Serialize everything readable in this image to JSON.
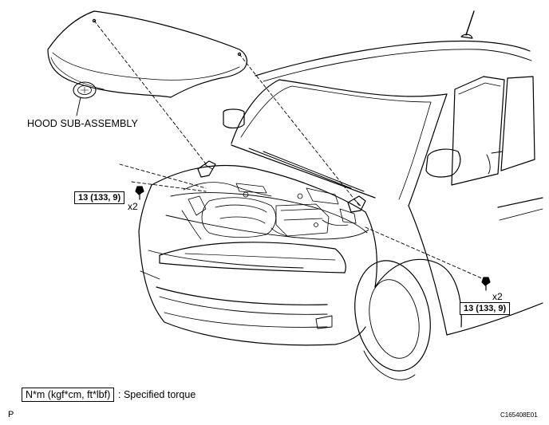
{
  "diagram": {
    "part_label": "HOOD SUB-ASSEMBLY",
    "fasteners": [
      {
        "torque": "13 (133, 9)",
        "quantity": "x2"
      },
      {
        "torque": "13 (133, 9)",
        "quantity": "x2"
      }
    ],
    "legend": {
      "unit_box": "N*m (kgf*cm, ft*lbf)",
      "description": ": Specified torque"
    },
    "page_letter": "P",
    "figure_id": "C165408E01"
  }
}
